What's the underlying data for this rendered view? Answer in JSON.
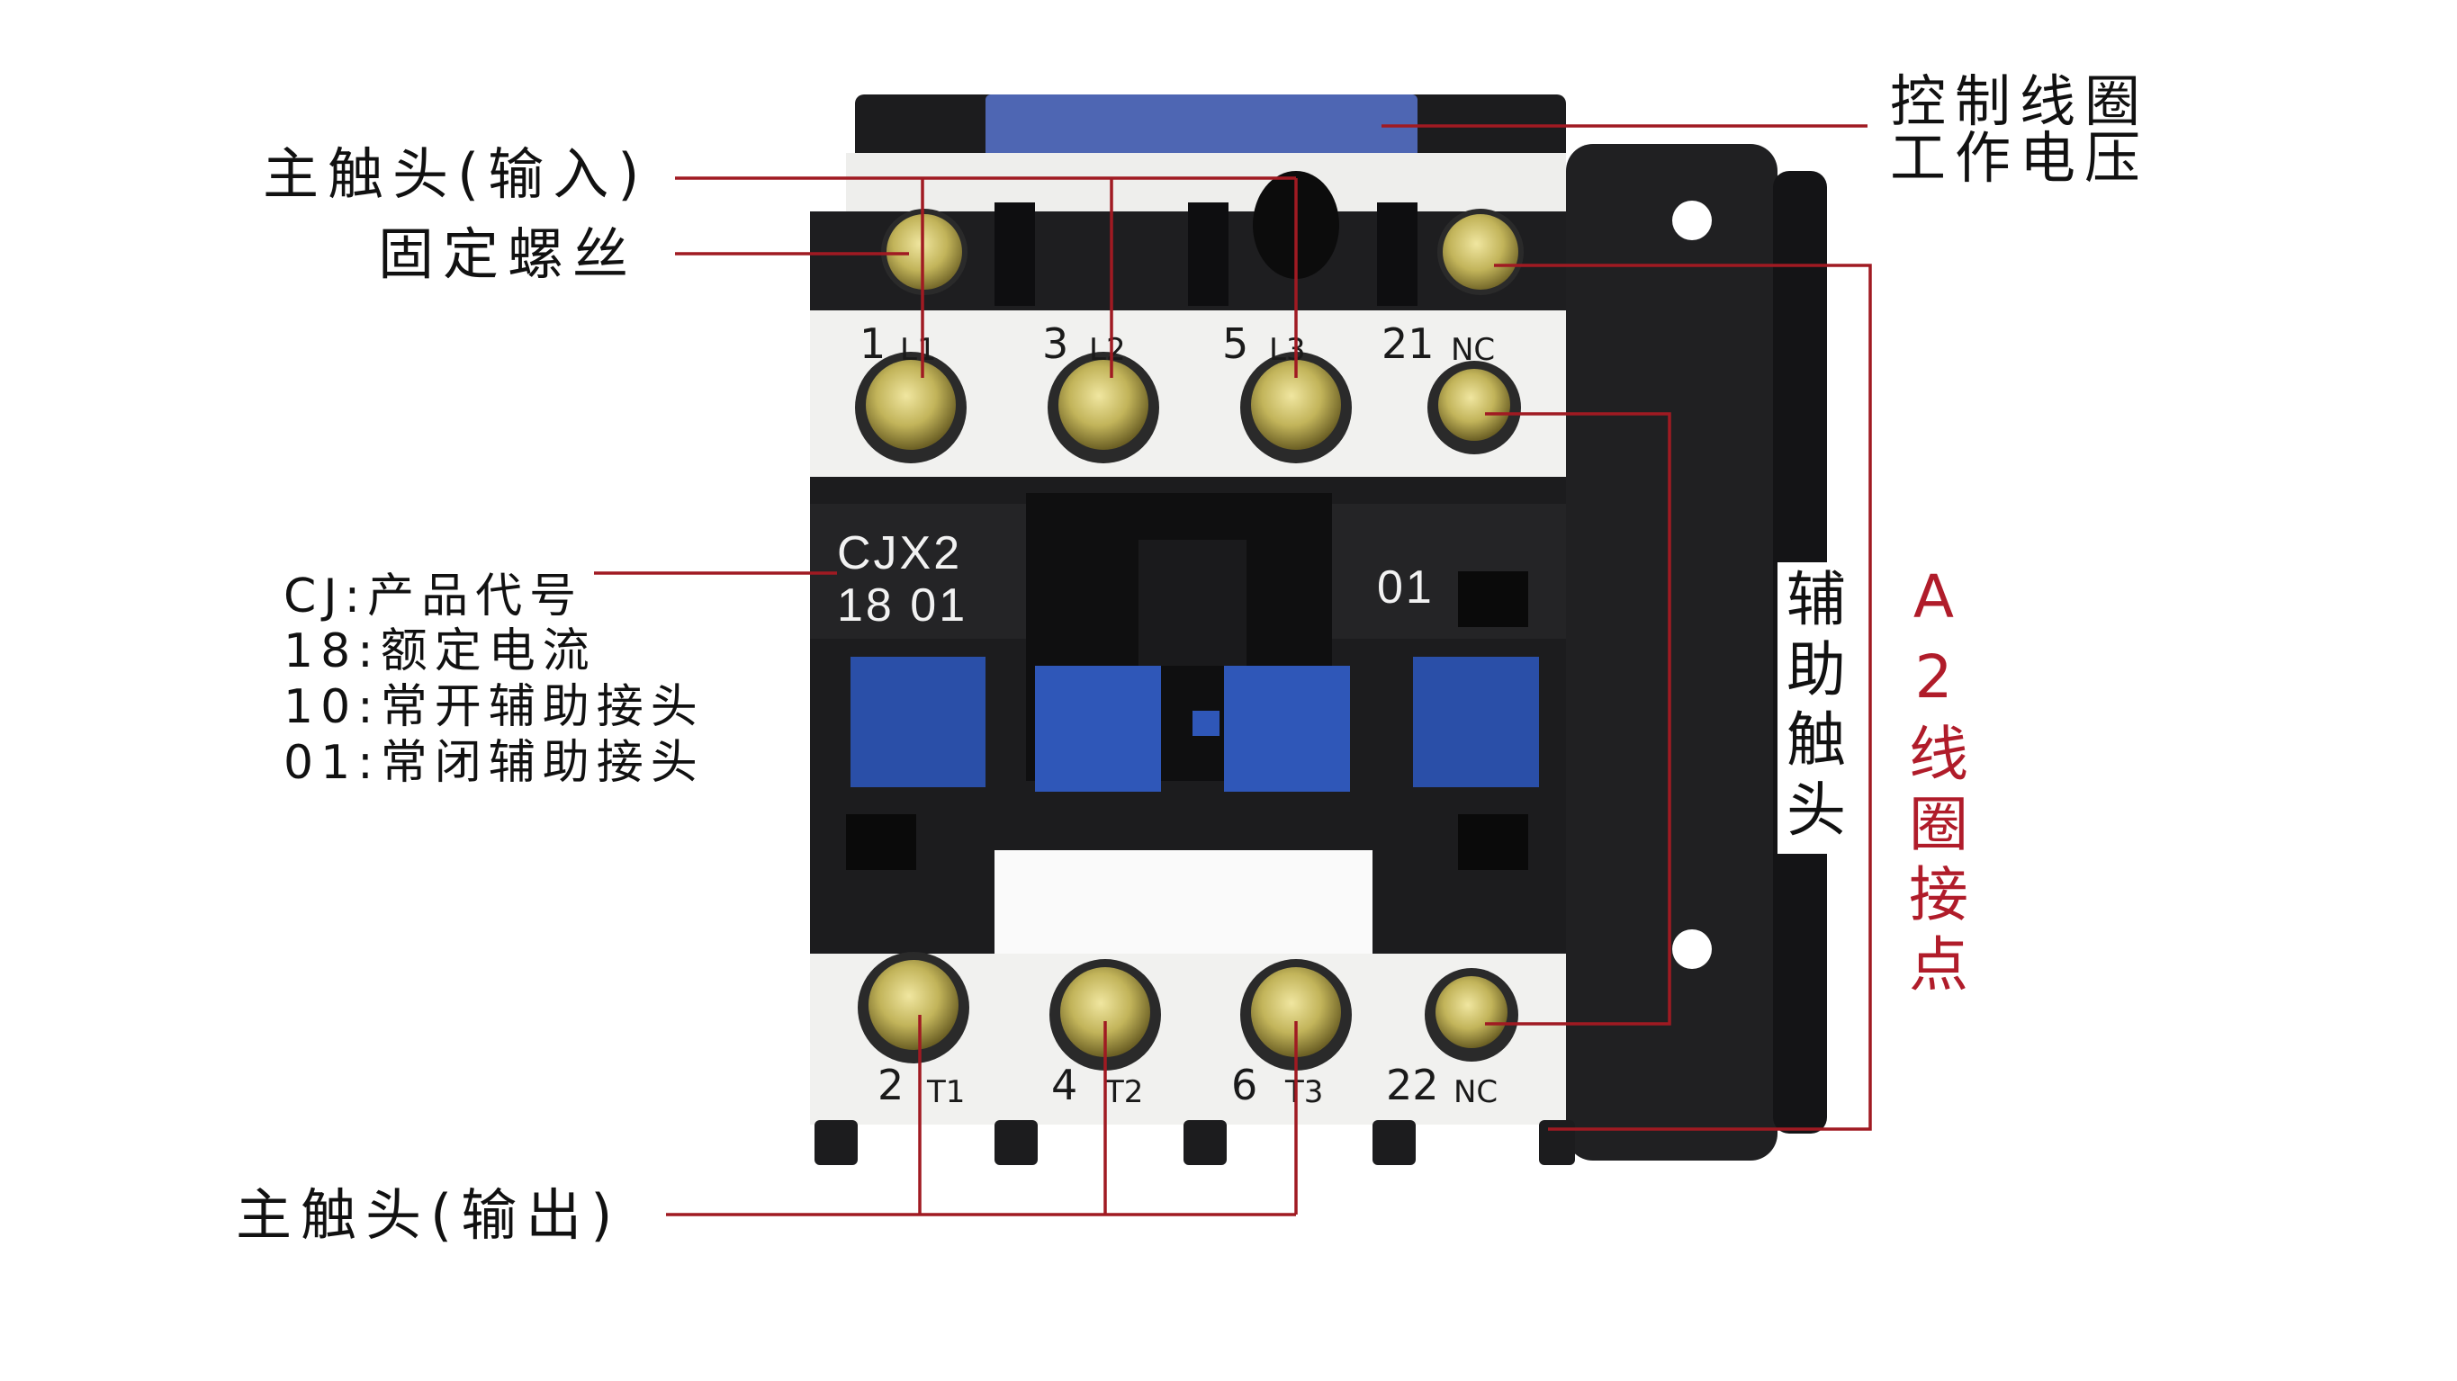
{
  "labels": {
    "main_input": "主触头(输入)",
    "fixed_screw": "固定螺丝",
    "coil_voltage_1": "控制线圈",
    "coil_voltage_2": "工作电压",
    "main_output": "主触头(输出)",
    "aux_contact": "辅助触头",
    "a2_coil": "A2线圈接点"
  },
  "spec_lines": [
    "CJ:产品代号",
    "18:额定电流",
    "10:常开辅助接头",
    "01:常闭辅助接头"
  ],
  "device": {
    "model_line1": "CJX2",
    "model_line2": "18 01",
    "aux_code": "01",
    "top_terminals": [
      {
        "num": "1",
        "sub": "L1"
      },
      {
        "num": "3",
        "sub": "L2"
      },
      {
        "num": "5",
        "sub": "L3"
      },
      {
        "num": "21",
        "sub": "NC"
      }
    ],
    "bottom_terminals": [
      {
        "num": "2",
        "sub": "T1"
      },
      {
        "num": "4",
        "sub": "T2"
      },
      {
        "num": "6",
        "sub": "T3"
      },
      {
        "num": "22",
        "sub": "NC"
      }
    ]
  },
  "colors": {
    "leader_line": "#a01a22",
    "a2_text": "#b01c2a",
    "body_black": "#1c1c1e",
    "body_white": "#f1f1ef",
    "button_blue": "#2a4fa8"
  }
}
